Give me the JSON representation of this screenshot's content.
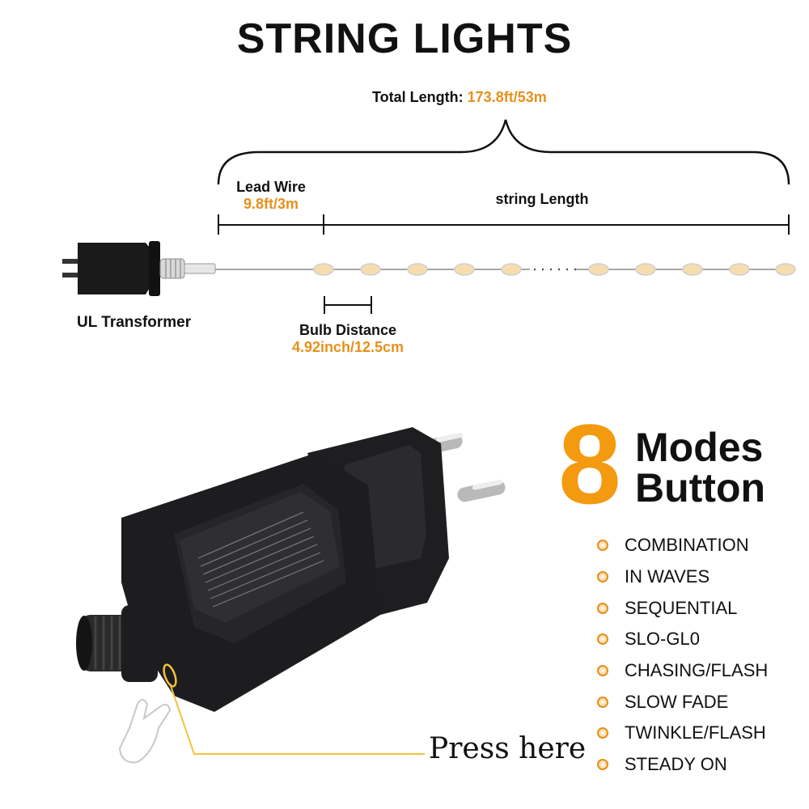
{
  "title": "STRING LIGHTS",
  "total_length": {
    "label": "Total Length:",
    "value": "173.8ft/53m"
  },
  "lead_wire": {
    "label": "Lead Wire",
    "value": "9.8ft/3m"
  },
  "string_length": {
    "label": "string Length"
  },
  "transformer": {
    "label": "UL Transformer"
  },
  "bulb_distance": {
    "label": "Bulb Distance",
    "value": "4.92inch/12.5cm"
  },
  "modes": {
    "count": "8",
    "title_line1": "Modes",
    "title_line2": "Button",
    "items": [
      "COMBINATION",
      "IN WAVES",
      "SEQUENTIAL",
      "SLO-GL0",
      "CHASING/FLASH",
      "SLOW FADE",
      "TWINKLE/FLASH",
      "STEADY ON"
    ]
  },
  "press_here": "Press here",
  "colors": {
    "accent": "#e7901a",
    "bulb": "#f6ddb0",
    "adapter": "#1d1d1f"
  }
}
